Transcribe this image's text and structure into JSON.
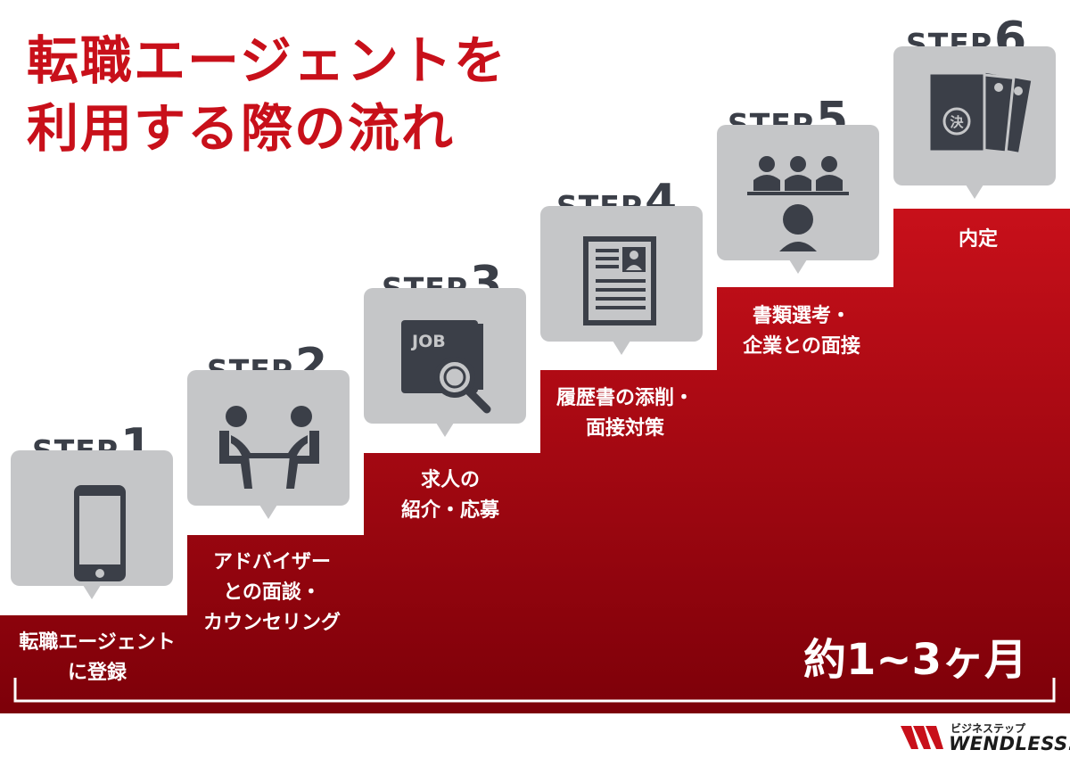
{
  "title_lines": [
    "転職エージェントを",
    "利用する際の流れ"
  ],
  "step_word": "STEP",
  "steps": [
    {
      "number": "1",
      "icon": "smartphone-icon",
      "lines": [
        "転職エージェント",
        "に登録"
      ]
    },
    {
      "number": "2",
      "icon": "consultation-icon",
      "lines": [
        "アドバイザー",
        "との面談・",
        "カウンセリング"
      ]
    },
    {
      "number": "3",
      "icon": "job-search-icon",
      "job_label": "JOB",
      "lines": [
        "求人の",
        "紹介・応募"
      ]
    },
    {
      "number": "4",
      "icon": "resume-icon",
      "lines": [
        "履歴書の添削・",
        "面接対策"
      ]
    },
    {
      "number": "5",
      "icon": "interview-panel-icon",
      "lines": [
        "書類選考・",
        "企業との面接"
      ]
    },
    {
      "number": "6",
      "icon": "job-offer-documents-icon",
      "badge": "決",
      "lines": [
        "内定"
      ]
    }
  ],
  "duration": "約1~3ヶ月",
  "logo": {
    "subtitle": "ビジネステップ",
    "name": "WENDLESS..."
  },
  "colors": {
    "red": "#c8101a",
    "dark_red": "#7d0009",
    "gray_card": "#c5c6c8",
    "icon": "#3b3f48"
  }
}
